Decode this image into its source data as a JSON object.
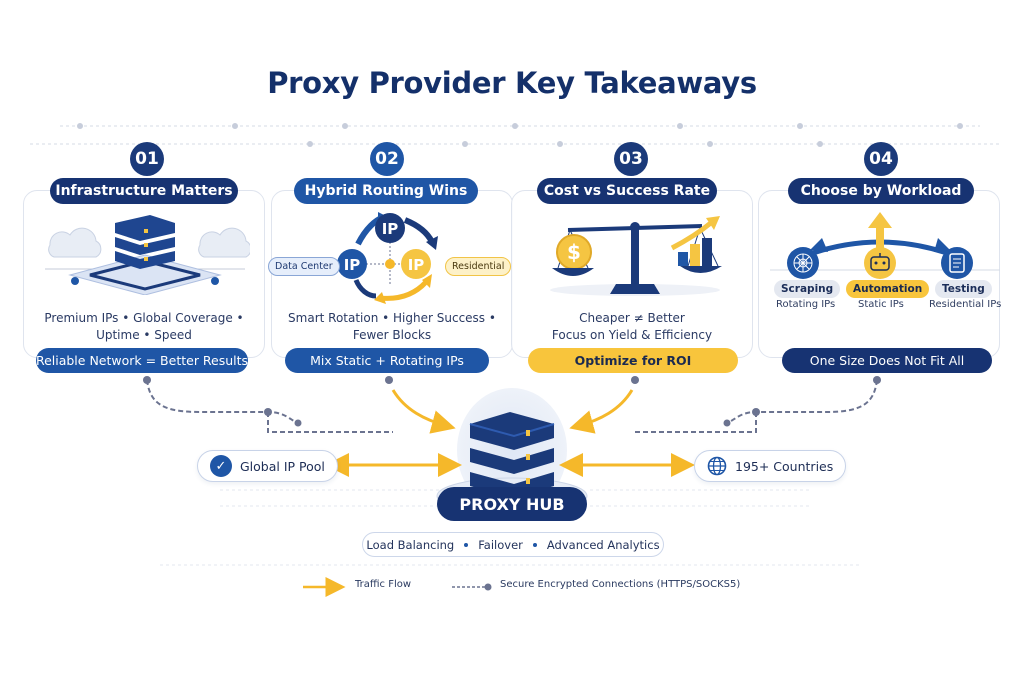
{
  "title": "Proxy Provider Key Takeaways",
  "colors": {
    "navy": "#173372",
    "blue": "#1f56a6",
    "gold": "#f8c53c",
    "text": "#14306a",
    "line": "#6b7390"
  },
  "cards": [
    {
      "number": "01",
      "heading": "Infrastructure Matters",
      "illustration": "server-stack-icon",
      "description_line1": "Premium IPs • Global Coverage •",
      "description_line2": "Uptime • Speed",
      "footer": "Reliable Network = Better Results"
    },
    {
      "number": "02",
      "heading": "Hybrid Routing Wins",
      "illustration": "ip-rotation-icon",
      "ip_label": "IP",
      "tag_left": "Data Center",
      "tag_right": "Residential",
      "description_line1": "Smart Rotation • Higher Success •",
      "description_line2": "Fewer Blocks",
      "footer": "Mix Static + Rotating IPs"
    },
    {
      "number": "03",
      "heading": "Cost vs Success Rate",
      "illustration": "balance-scale-icon",
      "coin_symbol": "$",
      "description_line1": "Cheaper ≠ Better",
      "description_line2": "Focus on Yield & Efficiency",
      "footer": "Optimize for ROI"
    },
    {
      "number": "04",
      "heading": "Choose by Workload",
      "illustration": "workload-branch-icon",
      "workloads": [
        {
          "label": "Scraping",
          "sub": "Rotating IPs",
          "icon": "spider-web-icon"
        },
        {
          "label": "Automation",
          "sub": "Static IPs",
          "icon": "robot-icon"
        },
        {
          "label": "Testing",
          "sub": "Residential IPs",
          "icon": "clipboard-checklist-icon"
        }
      ],
      "footer": "One Size Does Not Fit All"
    }
  ],
  "hub": {
    "label": "PROXY HUB",
    "left_pill": "Global IP Pool",
    "right_pill": "195+ Countries",
    "features": [
      "Load Balancing",
      "Failover",
      "Advanced Analytics"
    ]
  },
  "legend": {
    "traffic": "Traffic Flow",
    "secure": "Secure Encrypted Connections (HTTPS/SOCKS5)"
  }
}
